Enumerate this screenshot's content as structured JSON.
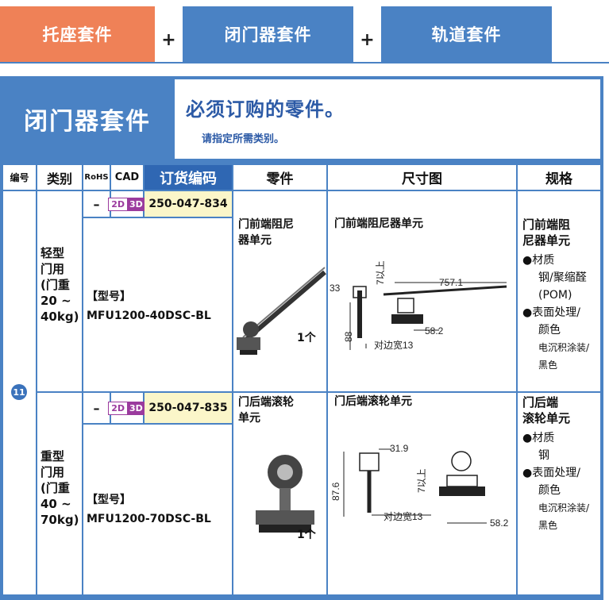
{
  "kits": {
    "kit1": "托座套件",
    "plus1": "+",
    "kit2": "闭门器套件",
    "plus2": "+",
    "kit3": "轨道套件"
  },
  "header": {
    "title": "闭门器套件",
    "must_title": "必须订购的零件。",
    "must_sub": "请指定所需类别。"
  },
  "columns": {
    "no": "编号",
    "category": "类别",
    "rohs": "RoHS",
    "cad": "CAD",
    "order_code": "订货编码",
    "part": "零件",
    "dimension": "尺寸图",
    "spec": "规格"
  },
  "group_number": "11",
  "rows": [
    {
      "category": [
        "轻型",
        "门用",
        "(门重",
        "20 ~",
        "40kg)"
      ],
      "rohs": "–",
      "badge_2d": "2D",
      "badge_3d": "3D",
      "order_code": "250-047-834",
      "model_label": "【型号】",
      "model": "MFU1200-40DSC-BL",
      "part_name": [
        "门前端阻尼",
        "器单元"
      ],
      "qty": "1个",
      "dim_title": "门前端阻尼器单元",
      "dims": {
        "d1": "757.1",
        "d2": "33",
        "d3": "7以上",
        "d4": "88",
        "d5": "58.2",
        "d6": "对边宽13"
      },
      "spec_title": [
        "门前端阻",
        "尼器单元"
      ],
      "spec_items": [
        {
          "bullet": "●材质",
          "lines": [
            "钢/聚缩醛",
            "(POM)"
          ]
        },
        {
          "bullet": "●表面处理/",
          "lines": [
            "颜色",
            "电沉积涂装/",
            "黑色"
          ]
        }
      ]
    },
    {
      "category": [
        "重型",
        "门用",
        "(门重",
        "40 ~",
        "70kg)"
      ],
      "rohs": "–",
      "badge_2d": "2D",
      "badge_3d": "3D",
      "order_code": "250-047-835",
      "model_label": "【型号】",
      "model": "MFU1200-70DSC-BL",
      "part_name": [
        "门后端滚轮",
        "单元"
      ],
      "qty": "1个",
      "dim_title": "门后端滚轮单元",
      "dims": {
        "d1": "31.9",
        "d2": "7以上",
        "d3": "87.6",
        "d4": "对边宽13",
        "d5": "58.2"
      },
      "spec_title": [
        "门后端",
        "滚轮单元"
      ],
      "spec_items": [
        {
          "bullet": "●材质",
          "lines": [
            "钢"
          ]
        },
        {
          "bullet": "●表面处理/",
          "lines": [
            "颜色",
            "电沉积涂装/",
            "黑色"
          ]
        }
      ]
    }
  ],
  "colors": {
    "orange": "#ef8157",
    "blue": "#4a82c4",
    "dark_blue": "#2f67b3",
    "cad_purple": "#9b3b9e",
    "code_bg": "#fbf6c9"
  }
}
